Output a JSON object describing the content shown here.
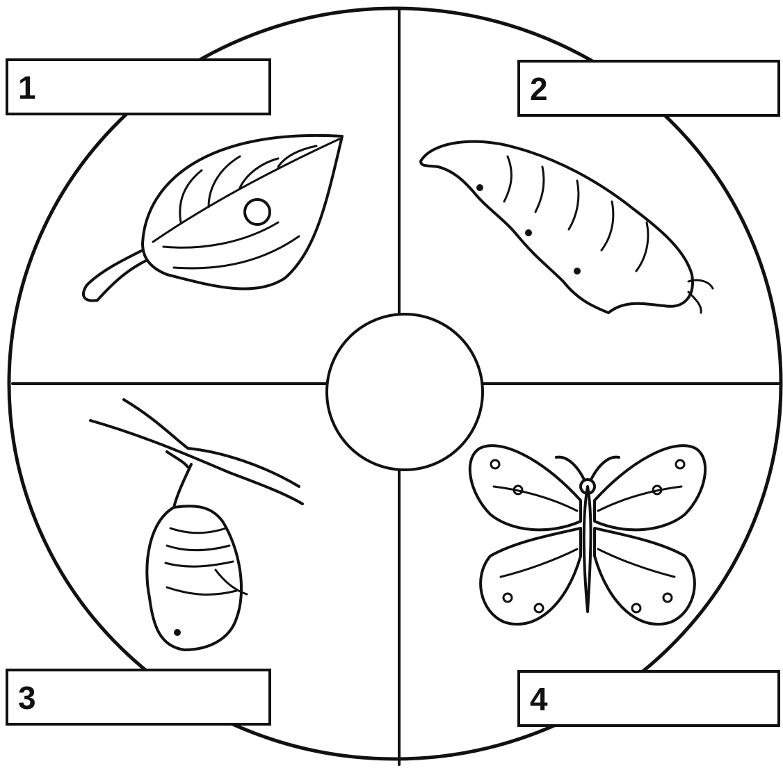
{
  "diagram": {
    "stages": [
      {
        "number": "1",
        "icon": "leaf-with-egg-icon",
        "answer": ""
      },
      {
        "number": "2",
        "icon": "caterpillar-icon",
        "answer": ""
      },
      {
        "number": "3",
        "icon": "chrysalis-icon",
        "answer": ""
      },
      {
        "number": "4",
        "icon": "butterfly-icon",
        "answer": ""
      }
    ]
  }
}
